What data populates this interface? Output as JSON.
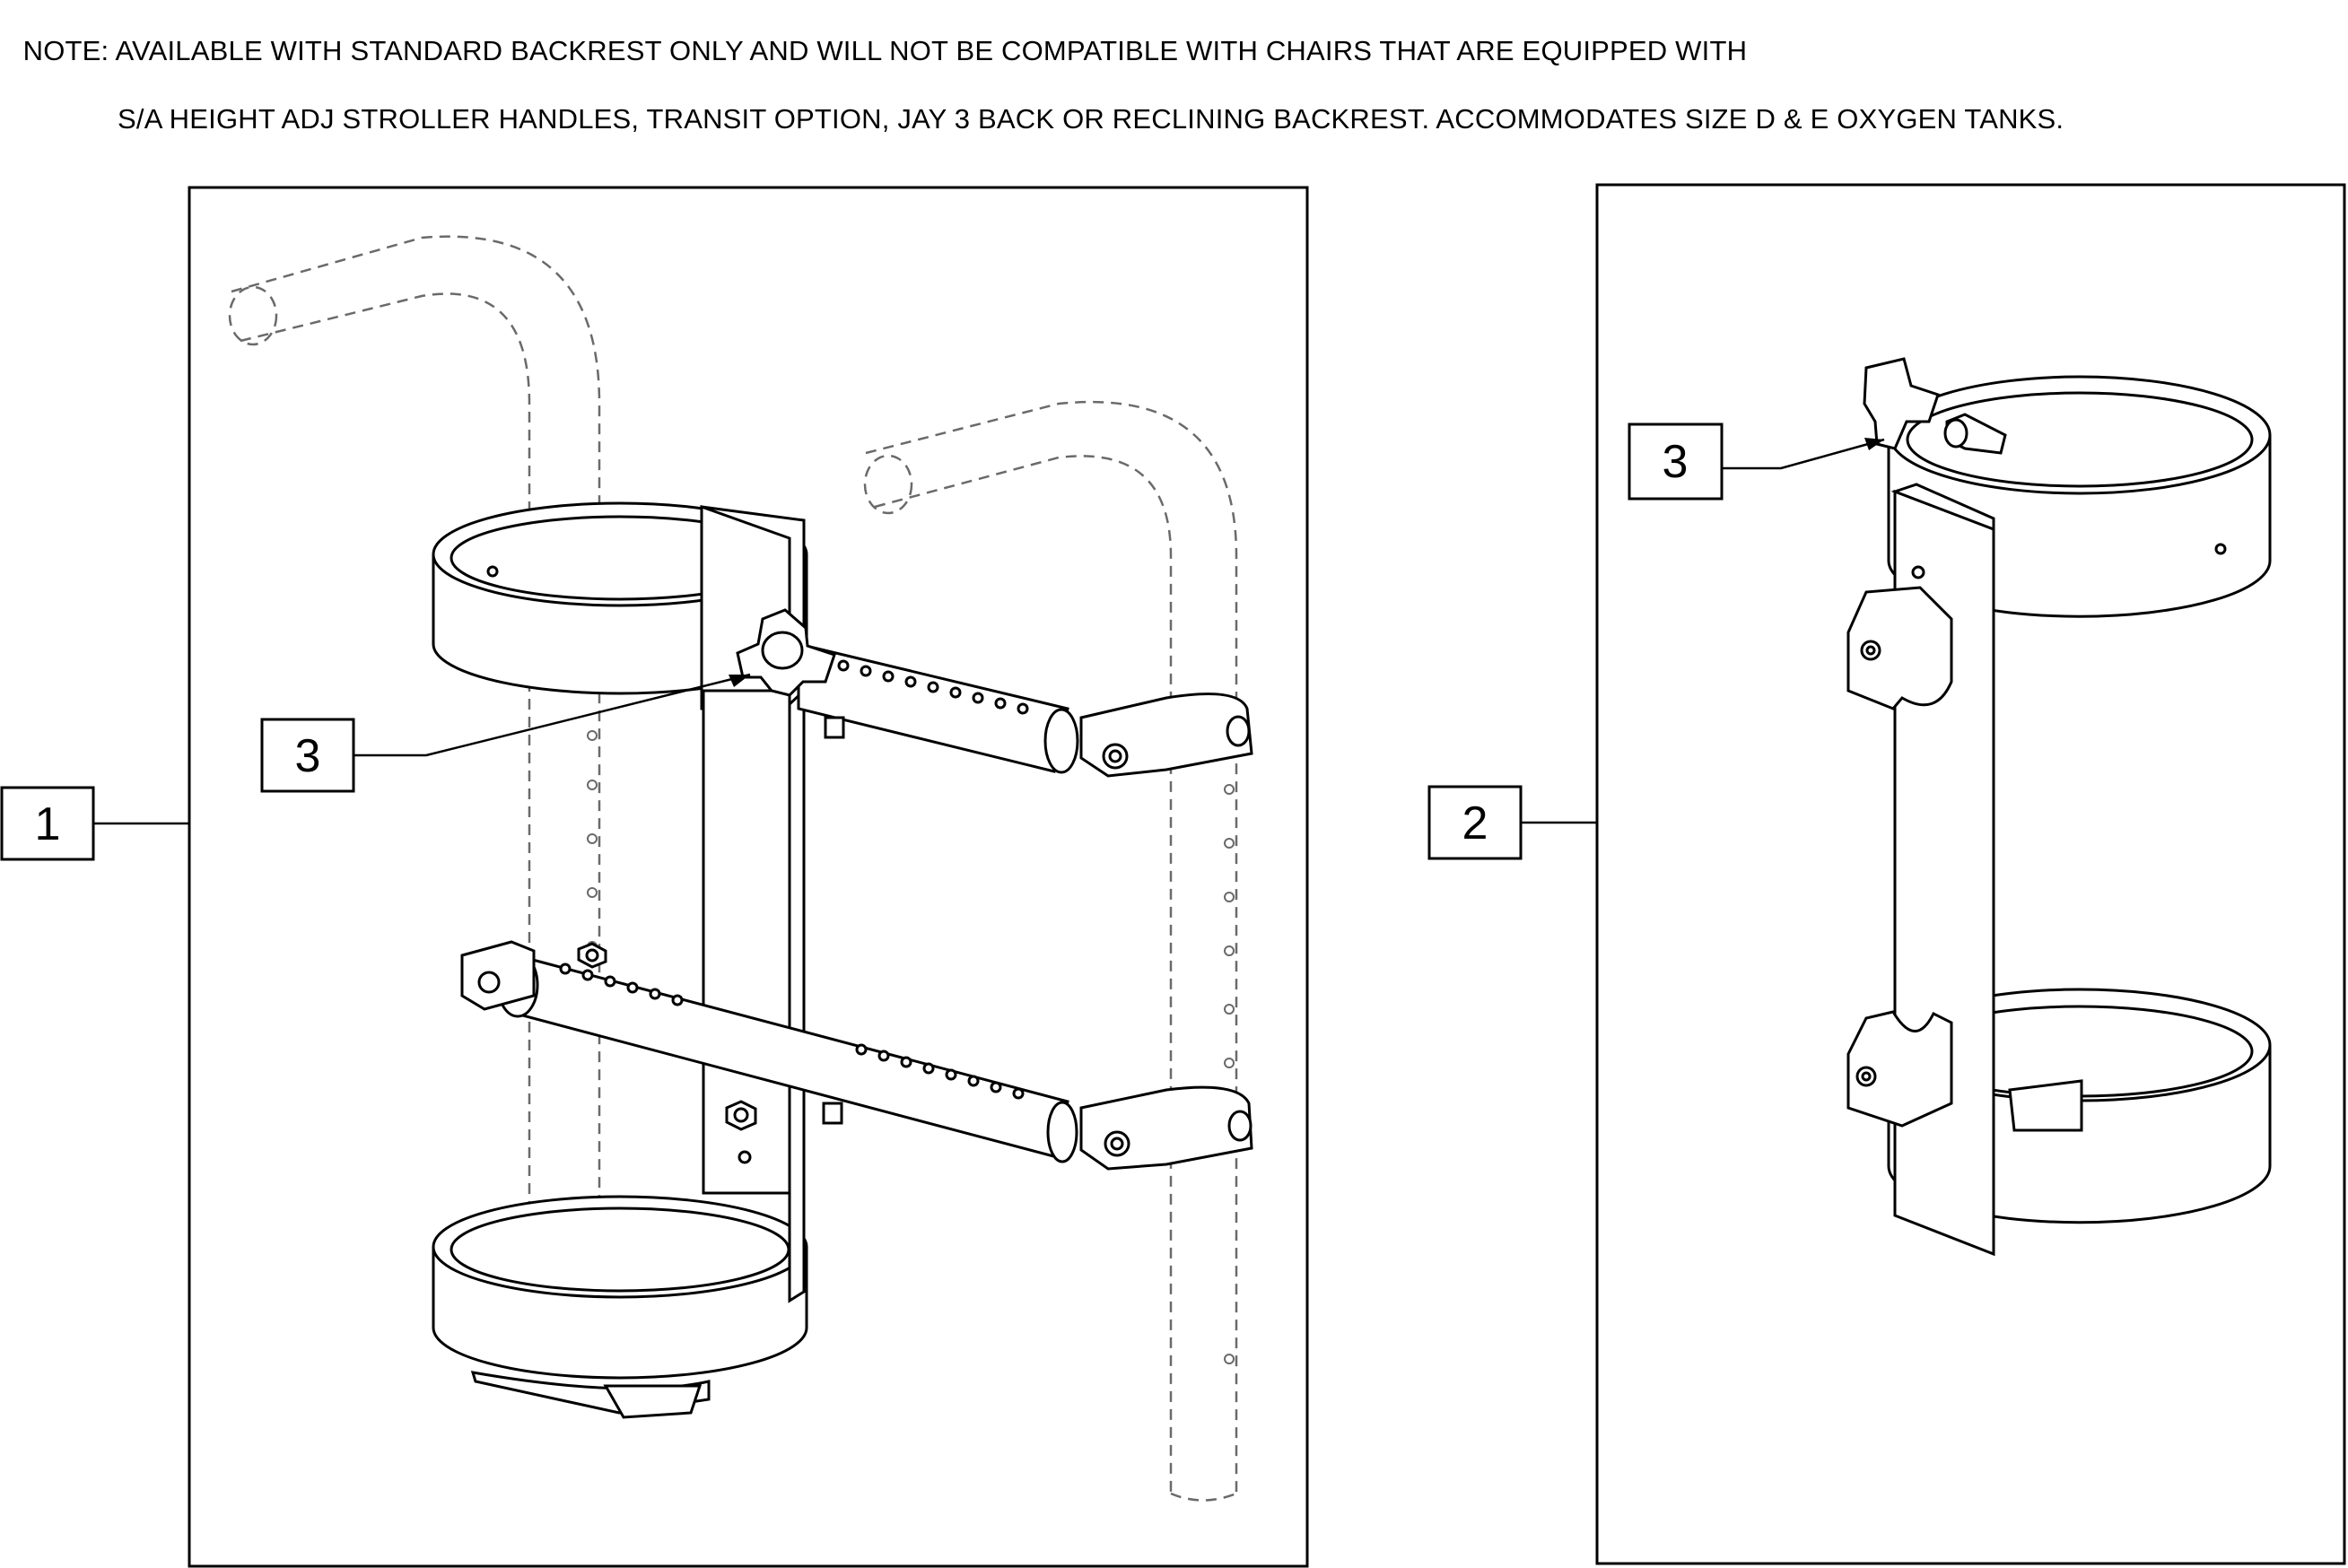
{
  "note": {
    "line1": "NOTE: AVAILABLE WITH STANDARD BACKREST ONLY AND WILL NOT BE COMPATIBLE WITH CHAIRS THAT ARE EQUIPPED WITH",
    "line2": "S/A HEIGHT ADJ STROLLER HANDLES, TRANSIT OPTION, JAY 3 BACK OR RECLINING BACKREST. ACCOMMODATES SIZE D & E OXYGEN TANKS."
  },
  "callouts": {
    "assembly_1": "1",
    "assembly_2": "2",
    "knob_left": "3",
    "knob_right": "3"
  },
  "colors": {
    "line": "#000000",
    "phantom": "#6a6a6a",
    "background": "#ffffff"
  }
}
